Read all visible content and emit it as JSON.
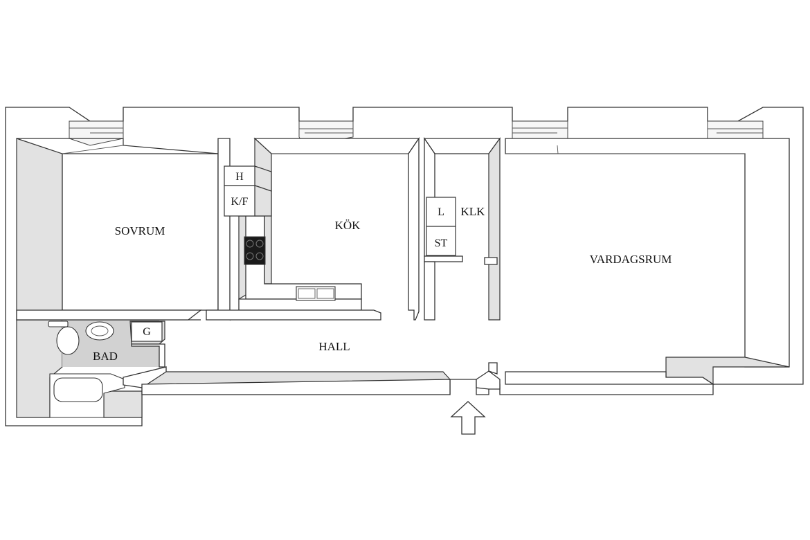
{
  "rooms": {
    "sovrum": "SOVRUM",
    "kok": "KÖK",
    "klk": "KLK",
    "vardagsrum": "VARDAGSRUM",
    "hall": "HALL",
    "bad": "BAD"
  },
  "fixtures": {
    "h": "H",
    "kf": "K/F",
    "l": "L",
    "st": "ST",
    "g": "G"
  },
  "colors": {
    "wall_fill": "#ffffff",
    "wall_shade": "#e2e2e2",
    "bathroom_floor": "#d2d2d2",
    "line": "#333333"
  },
  "icons": {
    "entrance": "up-arrow-icon",
    "stove": "stove-icon",
    "sink": "kitchen-sink-icon",
    "toilet": "toilet-icon",
    "washbasin": "washbasin-icon",
    "bathtub": "bathtub-icon"
  }
}
